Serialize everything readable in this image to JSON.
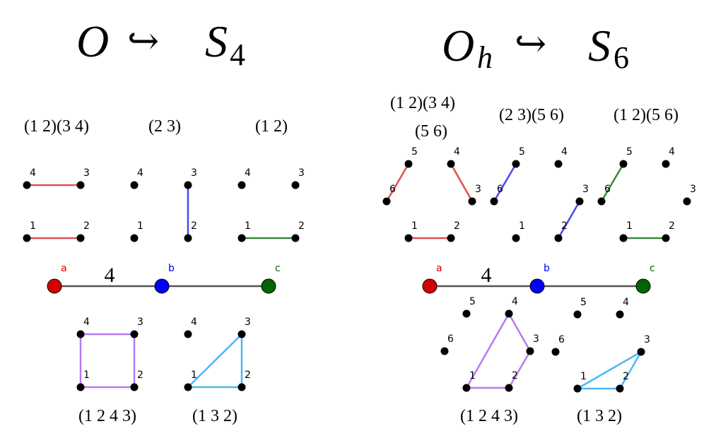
{
  "titles": {
    "left": {
      "group": "O",
      "arrow": "↪",
      "target": "S",
      "target_sub": "4"
    },
    "right": {
      "group": "O",
      "group_sub": "h",
      "arrow": "↪",
      "target": "S",
      "target_sub": "6"
    }
  },
  "colors": {
    "red": "#e05050",
    "blue": "#4a4af0",
    "green": "#3a8a3a",
    "purple": "#b77af5",
    "lightblue": "#4bb8f5",
    "line": "#555555",
    "node_a": "#d40000",
    "node_b": "#0000ff",
    "node_c": "#006400"
  },
  "panels": [
    {
      "id": "L1",
      "caption": "(1 2)(3 4)",
      "color": "red",
      "edges": [
        [
          "4",
          "3"
        ],
        [
          "1",
          "2"
        ]
      ]
    },
    {
      "id": "L2",
      "caption": "(2 3)",
      "color": "blue",
      "edges": [
        [
          "3",
          "2"
        ]
      ]
    },
    {
      "id": "L3",
      "caption": "(1 2)",
      "color": "green",
      "edges": [
        [
          "1",
          "2"
        ]
      ]
    },
    {
      "id": "L4",
      "caption": "(1 2 4 3)",
      "color": "purple",
      "edges": [
        [
          "1",
          "4"
        ],
        [
          "4",
          "3"
        ],
        [
          "3",
          "2"
        ],
        [
          "2",
          "1"
        ]
      ]
    },
    {
      "id": "L5",
      "caption": "(1 3 2)",
      "color": "lightblue",
      "edges": [
        [
          "1",
          "3"
        ],
        [
          "3",
          "2"
        ],
        [
          "2",
          "1"
        ]
      ]
    },
    {
      "id": "R1",
      "caption": "(1 2)(3 4)",
      "caption2": "(5 6)",
      "color": "red",
      "edges": [
        [
          "5",
          "6"
        ],
        [
          "4",
          "3"
        ],
        [
          "1",
          "2"
        ]
      ]
    },
    {
      "id": "R2",
      "caption": "(2 3)(5 6)",
      "color": "blue",
      "edges": [
        [
          "5",
          "6"
        ],
        [
          "3",
          "2"
        ]
      ]
    },
    {
      "id": "R3",
      "caption": "(1 2)(5 6)",
      "color": "green",
      "edges": [
        [
          "5",
          "6"
        ],
        [
          "1",
          "2"
        ]
      ]
    },
    {
      "id": "R4",
      "caption": "(1 2 4 3)",
      "color": "purple",
      "edges": [
        [
          "1",
          "4"
        ],
        [
          "4",
          "3"
        ],
        [
          "3",
          "2"
        ],
        [
          "2",
          "1"
        ]
      ]
    },
    {
      "id": "R5",
      "caption": "(1 3 2)",
      "color": "lightblue",
      "edges": [
        [
          "1",
          "3"
        ],
        [
          "3",
          "2"
        ],
        [
          "2",
          "1"
        ]
      ]
    }
  ],
  "graphs": [
    {
      "id": "GL",
      "nodes": [
        "a",
        "b",
        "c"
      ],
      "edge_label": "4"
    },
    {
      "id": "GR",
      "nodes": [
        "a",
        "b",
        "c"
      ],
      "edge_label": "4"
    }
  ]
}
